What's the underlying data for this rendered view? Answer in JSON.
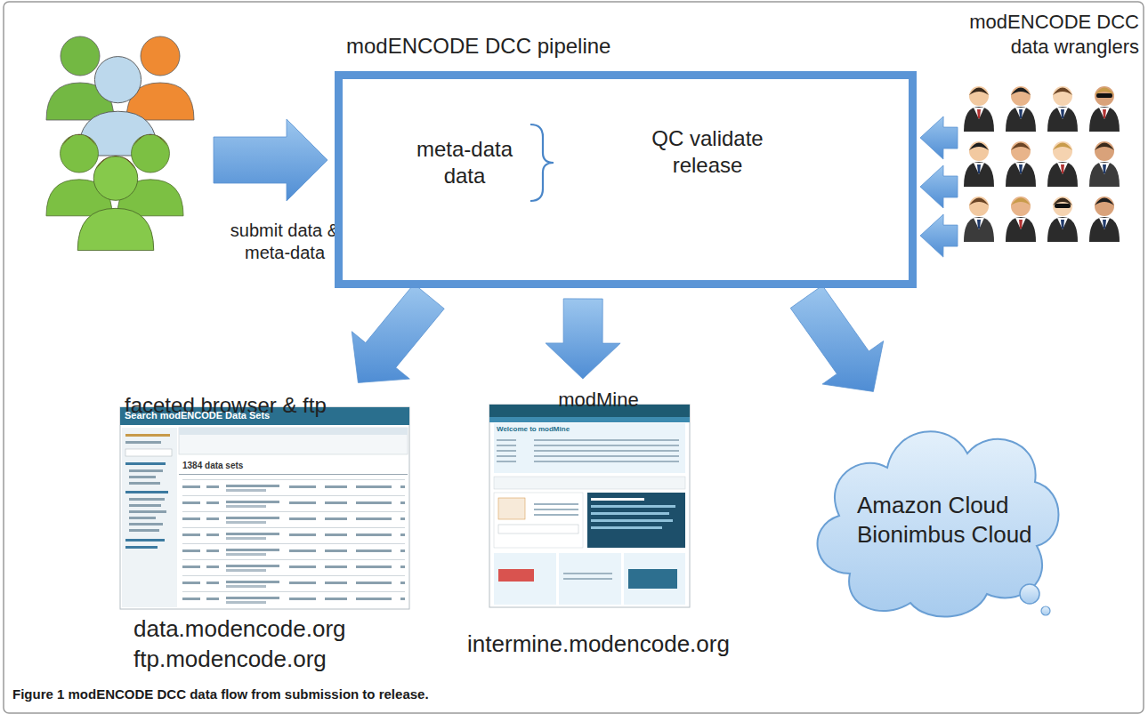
{
  "diagram": {
    "caption": "Figure 1 modENCODE DCC data flow from submission to release.",
    "nodes": [
      {
        "text": [
          "submit data & meta-data"
        ]
      },
      {
        "text": [
          "modENCODE DCC pipeline",
          "meta-data data",
          "QC validate release"
        ]
      },
      {
        "text": [
          "modENCODE DCC data wranglers"
        ]
      },
      {
        "text": [
          "faceted browser & ftp",
          "data.modencode.org ftp.modencode.org"
        ]
      },
      {
        "text": [
          "modMine",
          "intermine.modencode.org"
        ]
      },
      {
        "text": [
          "Amazon Cloud Bionimbus Cloud"
        ]
      }
    ],
    "edges": [
      {
        "from": 0,
        "to": 1,
        "arrow": "to"
      },
      {
        "from": 2,
        "to": 1,
        "arrow": "to"
      },
      {
        "from": 2,
        "to": 1,
        "arrow": "to"
      },
      {
        "from": 2,
        "to": 1,
        "arrow": "to"
      },
      {
        "from": 1,
        "to": 3,
        "arrow": "to"
      },
      {
        "from": 1,
        "to": 4,
        "arrow": "to"
      },
      {
        "from": 1,
        "to": 5,
        "arrow": "to"
      }
    ],
    "labels": [
      "Search modENCODE Data Sets",
      "1384 data sets",
      "Welcome to modMine"
    ]
  }
}
